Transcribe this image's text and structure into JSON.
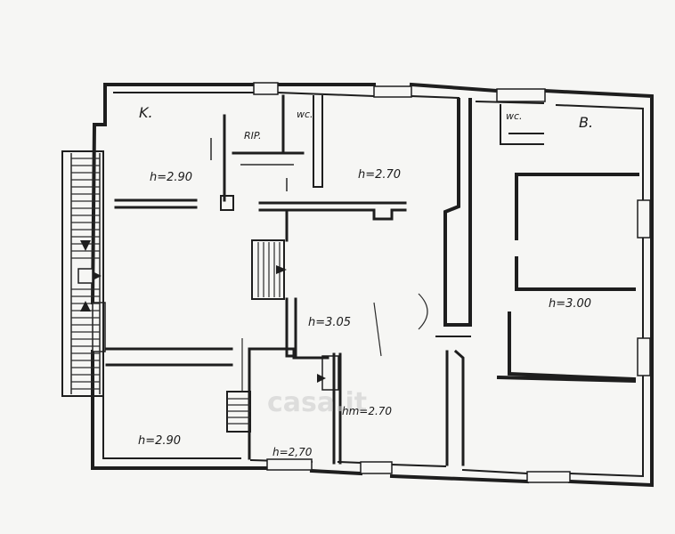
{
  "plan": {
    "room_labels": {
      "kitchen_letter": "K.",
      "bath_letter": "B.",
      "storage": "RIP.",
      "wc": "wc."
    },
    "heights": {
      "kitchen": "h=2.90",
      "room_top_center": "h=2.70",
      "hall": "h=3.05",
      "room_right": "h=3.00",
      "room_bottom_left": "h=2.90",
      "room_bottom_small": "h=2,70",
      "room_bottom_center": "hm=2.70"
    },
    "watermark": "casa.it",
    "colors": {
      "ink": "#1e1e1e",
      "paper": "#f6f6f4"
    }
  }
}
